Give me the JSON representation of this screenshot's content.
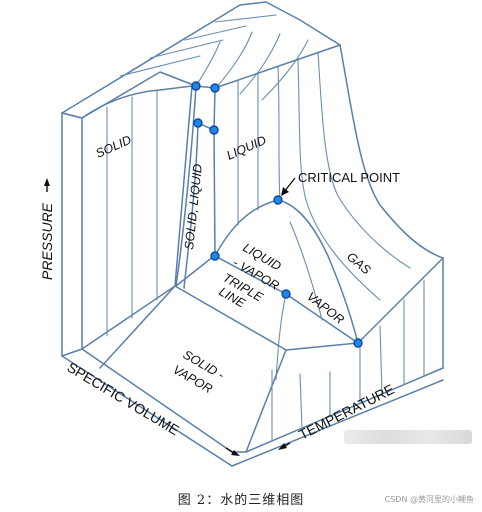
{
  "labels": {
    "solid": "SOLID",
    "liquid": "LIQUID",
    "solid_liquid": "SOLID, LIQUID",
    "critical_point": "CRITICAL POINT",
    "liquid_vapor_1": "LIQUID",
    "liquid_vapor_2": "- VAPOR",
    "gas": "GAS",
    "vapor": "VAPOR",
    "triple_1": "TRIPLE",
    "triple_2": "LINE",
    "solid_vapor_1": "SOLID -",
    "solid_vapor_2": "VAPOR"
  },
  "axes": {
    "pressure": "PRESSURE",
    "specific_volume": "SPECIFIC VOLUME",
    "temperature": "TEMPERATURE"
  },
  "caption": "图 2：水的三维相图",
  "watermark": "CSDN @黄河里的小鲤鱼",
  "colors": {
    "line": "#5b7fa8",
    "point": "#1e88e5"
  }
}
